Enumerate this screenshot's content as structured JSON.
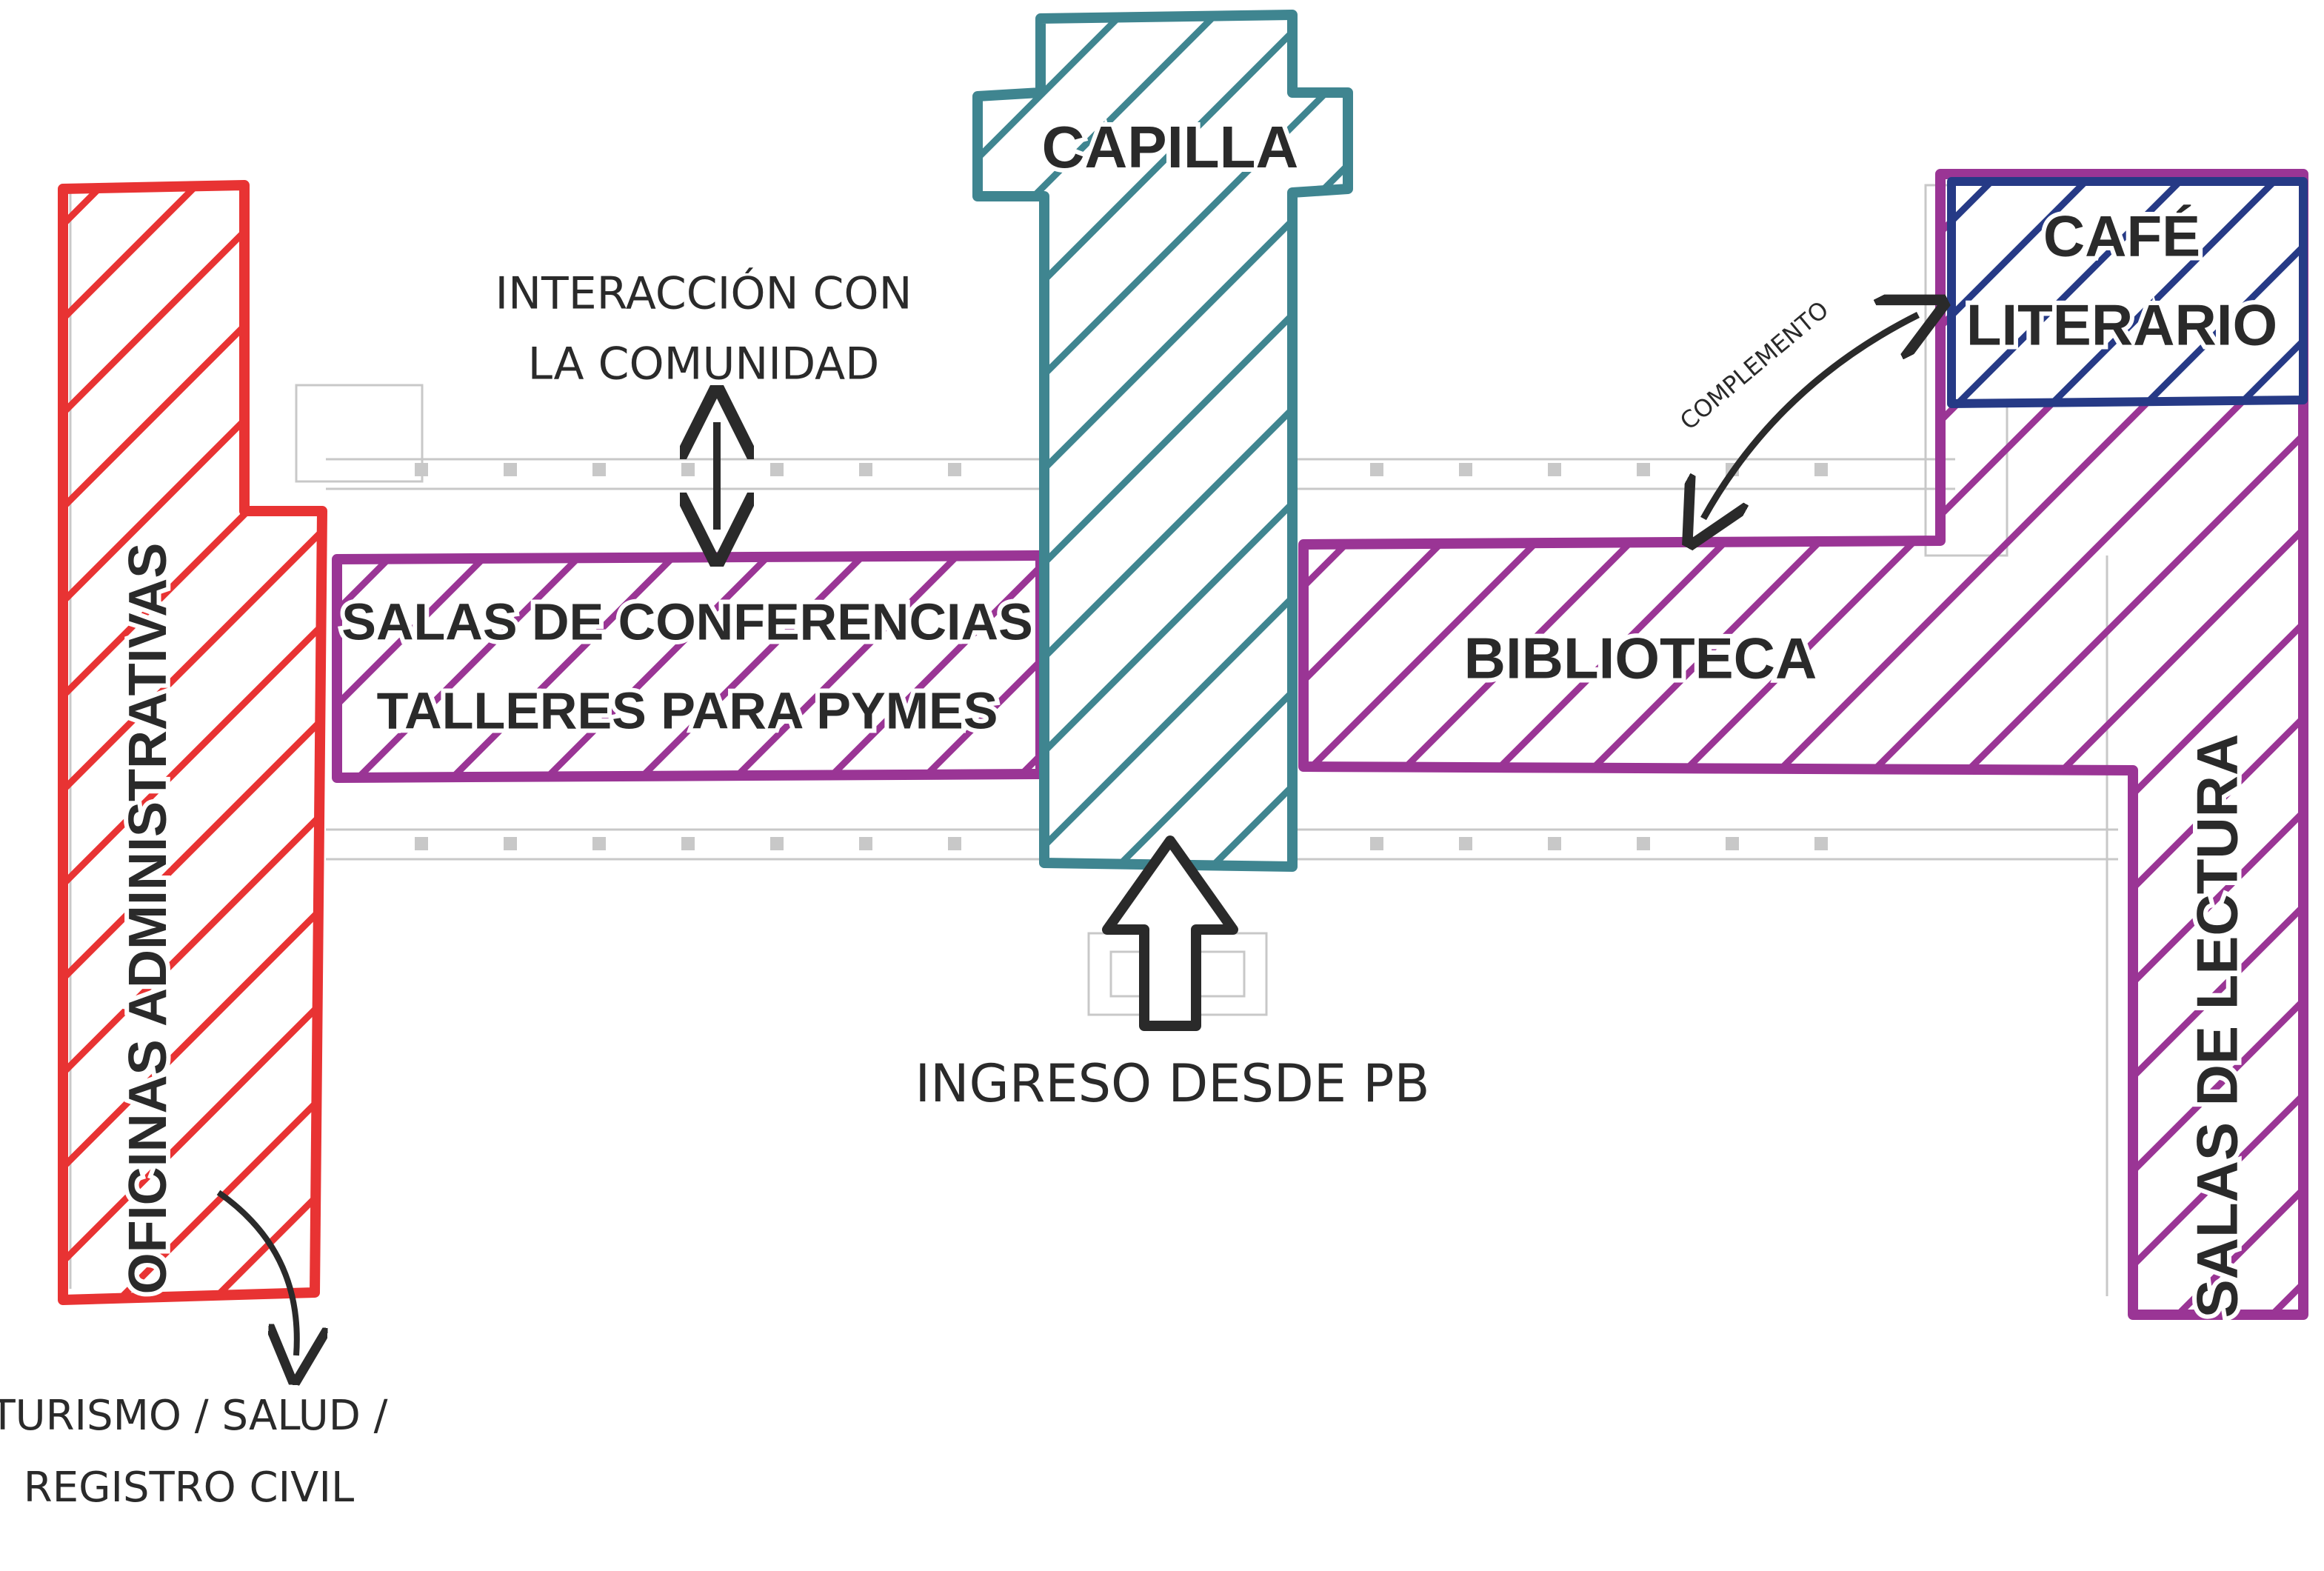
{
  "zones": {
    "capilla": {
      "label": "CAPILLA",
      "color": "#3f8590"
    },
    "cafe": {
      "line1": "CAFÉ",
      "line2": "LITERARIO",
      "color": "#263a86"
    },
    "salas_conferencias": {
      "line1": "SALAS DE CONFERENCIAS",
      "line2": "TALLERES PARA PYMES",
      "color": "#9a3595"
    },
    "biblioteca": {
      "label": "BIBLIOTECA",
      "color": "#9a3595"
    },
    "salas_lectura": {
      "label": "SALAS DE LECTURA",
      "color": "#9a3595"
    },
    "oficinas": {
      "label": "OFICINAS ADMINISTRATIVAS",
      "color": "#e83333"
    }
  },
  "annotations": {
    "interaccion": {
      "line1": "INTERACCIÓN CON",
      "line2": "LA COMUNIDAD"
    },
    "complemento": "COMPLEMENTO",
    "ingreso": "INGRESO DESDE PB",
    "turismo": {
      "line1": "TURISMO / SALUD /",
      "line2": "REGISTRO CIVIL"
    }
  }
}
